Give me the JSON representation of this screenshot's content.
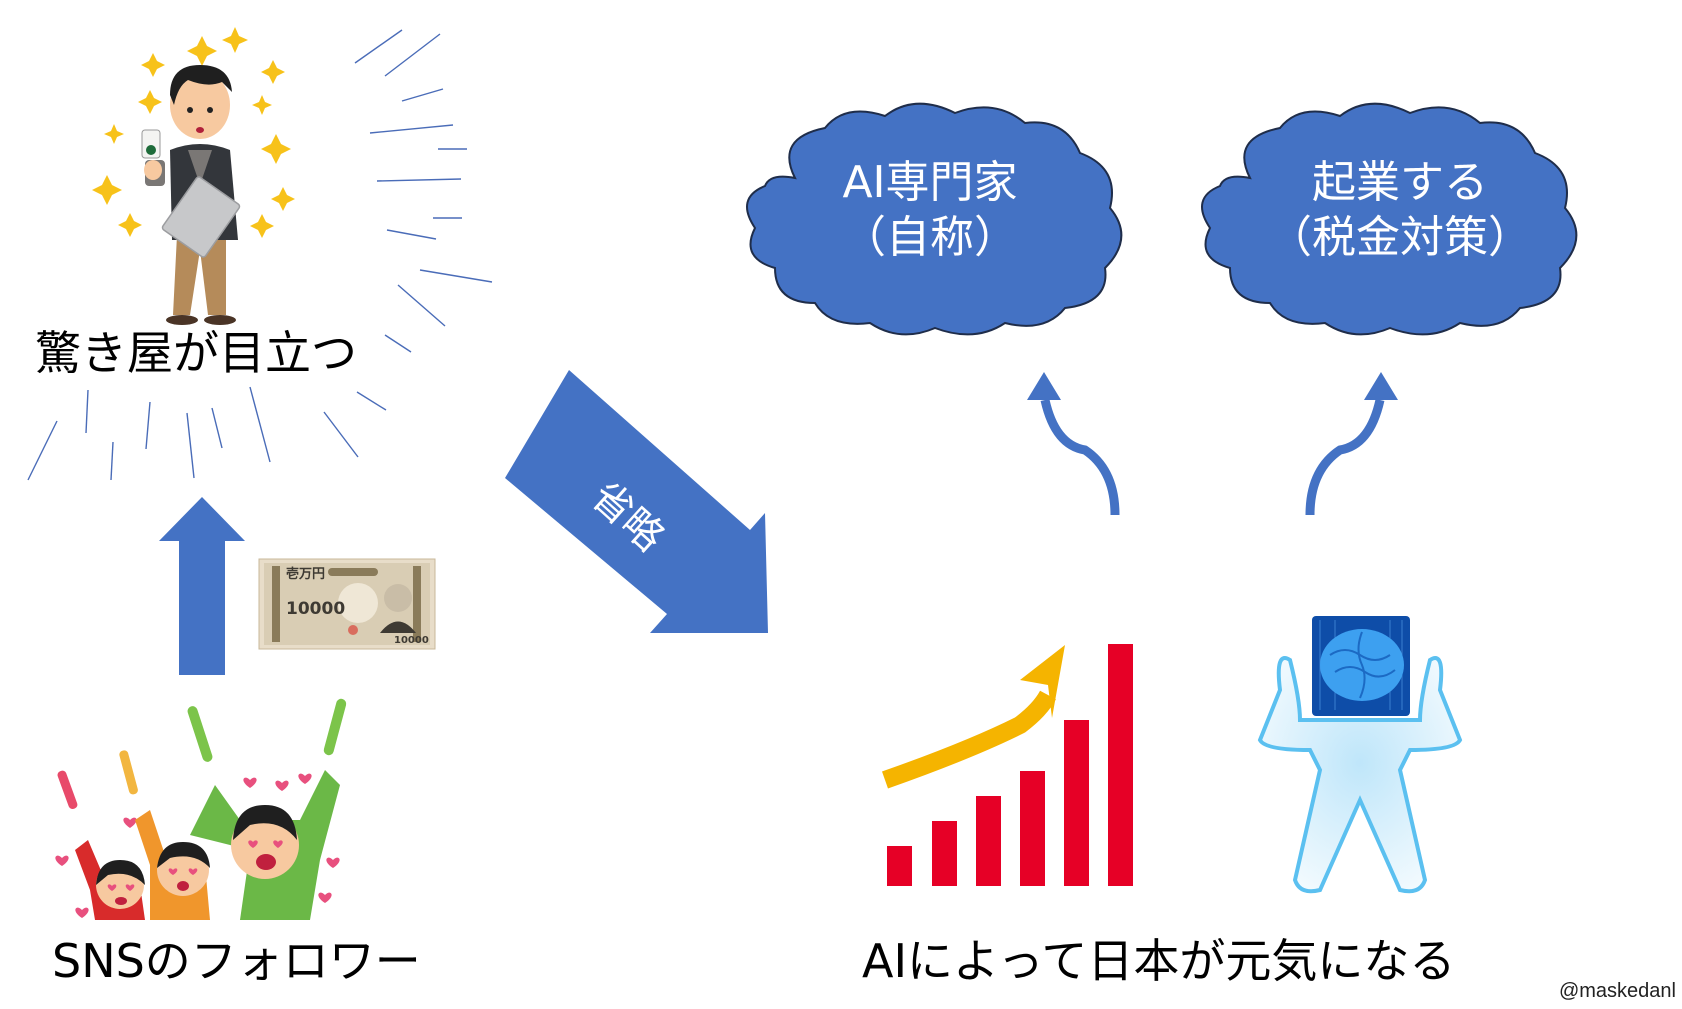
{
  "colors": {
    "arrow_blue": "#4472C4",
    "cloud_fill": "#4472C4",
    "cloud_stroke": "#1F2D4A",
    "burst_line": "#4A6CB8",
    "bar_red": "#E60026",
    "trend_yellow": "#F5B400",
    "robot_light_blue": "#5BC0F0",
    "brain_blue": "#2C7FD8",
    "star_gold": "#F7C21A"
  },
  "nodes": {
    "show_off": {
      "label": "驚き屋が目立つ",
      "illustration": "man-with-coffee-and-laptop-sparkling"
    },
    "followers": {
      "label": "SNSのフォロワー",
      "illustration": "cheering-fans-with-glowsticks"
    },
    "money": {
      "illustration": "10000-yen-banknote",
      "note_text": "壱万円",
      "denomination": "10000"
    },
    "japan": {
      "label": "AIによって日本が元気になる",
      "illustration": "rising-bar-chart-and-ai-brain-robot"
    },
    "cloud_expert": {
      "line1": "AI専門家",
      "line2": "（自称）"
    },
    "cloud_startup": {
      "line1": "起業する",
      "line2": "（税金対策）"
    }
  },
  "arrows": {
    "followers_to_showoff": {
      "direction": "up"
    },
    "showoff_to_japan": {
      "direction": "down-right",
      "label": "省略"
    },
    "japan_to_expert": {
      "direction": "curved-up-left"
    },
    "japan_to_startup": {
      "direction": "curved-up-right"
    }
  },
  "credit": "@maskedanl"
}
